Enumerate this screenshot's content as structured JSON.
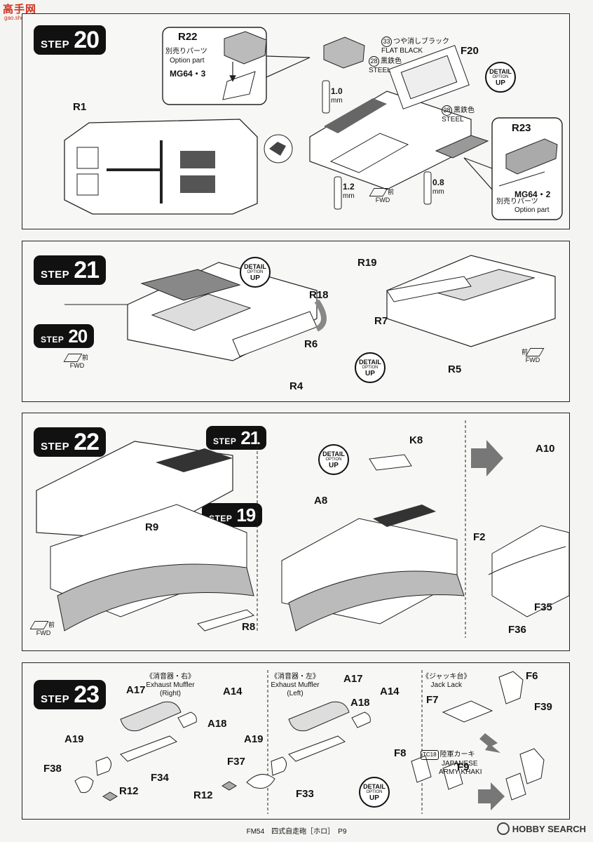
{
  "watermark": {
    "text": "高手网",
    "sub": "gao.shou.com"
  },
  "step_word": "STEP",
  "detail_badge": {
    "l1": "DETAIL",
    "l2": "OPTION",
    "l3": "UP"
  },
  "fwd": {
    "jp": "前",
    "en": "FWD"
  },
  "step20": {
    "number": "20",
    "labels": {
      "r22": "R22",
      "r1": "R1",
      "f20": "F20",
      "r23": "R23"
    },
    "option_r22": {
      "jp": "別売りパーツ",
      "en": "Option part",
      "part": "MG64・3"
    },
    "option_r23": {
      "part": "MG64・2",
      "jp": "別売りパーツ",
      "en": "Option part"
    },
    "paint_flat_black": {
      "code": "33",
      "jp": "つや消しブラック",
      "en": "FLAT BLACK"
    },
    "paint_steel_1": {
      "code": "28",
      "jp": "黒鉄色",
      "en": "STEEL"
    },
    "paint_steel_2": {
      "code": "28",
      "jp": "黒鉄色",
      "en": "STEEL"
    },
    "dims": {
      "d1": "1.0",
      "d2": "1.2",
      "d3": "0.8",
      "unit": "mm"
    }
  },
  "step21": {
    "number": "21",
    "ref_step": "20",
    "labels": {
      "r18": "R18",
      "r6": "R6",
      "r4": "R4",
      "r19": "R19",
      "r7": "R7",
      "r5": "R5"
    }
  },
  "step22": {
    "number": "22",
    "ref_step_a": "21",
    "ref_step_b": "19",
    "labels": {
      "r9": "R9",
      "r8": "R8",
      "a8": "A8",
      "k8": "K8",
      "a10": "A10",
      "f2": "F2",
      "f35": "F35",
      "f36": "F36"
    }
  },
  "step23": {
    "number": "23",
    "muffler_right": {
      "jp": "《消音器・右》",
      "en1": "Exhaust Muffler",
      "en2": "(Right)"
    },
    "muffler_left": {
      "jp": "《消音器・左》",
      "en1": "Exhaust Muffler",
      "en2": "(Left)"
    },
    "jack": {
      "jp": "《ジャッキ台》",
      "en": "Jack Lack"
    },
    "paint_khaki": {
      "code": "TC18",
      "jp": "陸軍カーキ",
      "en1": "JAPANESE",
      "en2": "ARMY KHAKI"
    },
    "labels": {
      "a17a": "A17",
      "a14a": "A14",
      "a18a": "A18",
      "a19a": "A19",
      "f34": "F34",
      "f38": "F38",
      "r12a": "R12",
      "a17b": "A17",
      "a14b": "A14",
      "a18b": "A18",
      "a19b": "A19",
      "f37": "F37",
      "r12b": "R12",
      "f33": "F33",
      "f6": "F6",
      "f7": "F7",
      "f39": "F39",
      "f8": "F8",
      "f9": "F9"
    }
  },
  "footer": {
    "text": "FM54　四式自走砲［ホロ］　P9"
  },
  "hobby_search": {
    "text": "HOBBY SEARCH"
  }
}
